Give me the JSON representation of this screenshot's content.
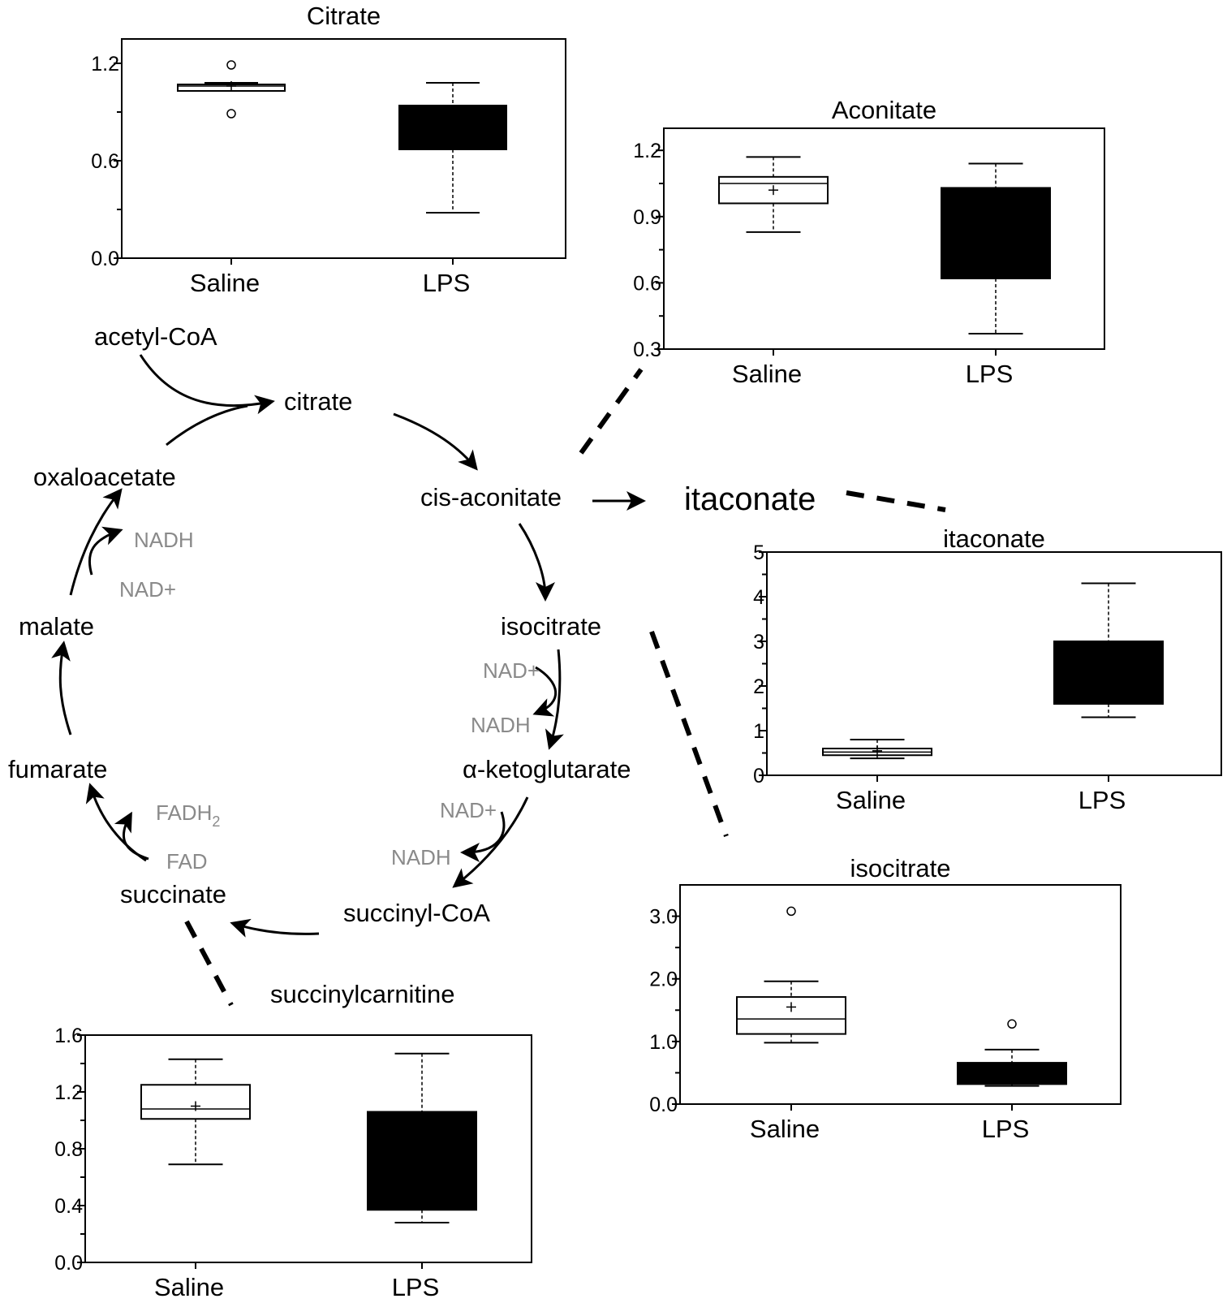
{
  "metabolites": {
    "acetyl_coa": "acetyl-CoA",
    "citrate": "citrate",
    "cis_aconitate": "cis-aconitate",
    "itaconate": "itaconate",
    "isocitrate": "isocitrate",
    "alpha_ketoglutarate": "α-ketoglutarate",
    "succinyl_coa": "succinyl-CoA",
    "succinate": "succinate",
    "succinylcarnitine": "succinylcarnitine",
    "fumarate": "fumarate",
    "malate": "malate",
    "oxaloacetate": "oxaloacetate"
  },
  "cofactors": {
    "nadh_mal": "NADH",
    "nad_mal": "NAD+",
    "nad_iso": "NAD+",
    "nadh_iso": "NADH",
    "nad_akg": "NAD+",
    "nadh_akg": "NADH",
    "fadh2_base": "FADH",
    "fadh2_sub": "2",
    "fad": "FAD"
  },
  "colors": {
    "saline": "#ffffff",
    "lps": "#000000",
    "cofactor_text": "#8a8a8a"
  },
  "chart_data": [
    {
      "id": "citrate",
      "type": "box",
      "title": "Citrate",
      "categories": [
        "Saline",
        "LPS"
      ],
      "ylim": [
        0.0,
        1.35
      ],
      "yticks": [
        0.0,
        0.6,
        1.2
      ],
      "ytick_labels": [
        "0.0",
        "0.6",
        "1.2"
      ],
      "series": [
        {
          "category": "Saline",
          "whisker_low": 1.04,
          "q1": 1.03,
          "median": 1.06,
          "q3": 1.07,
          "whisker_high": 1.08,
          "mean": 1.06,
          "outliers": [
            0.89,
            1.19
          ]
        },
        {
          "category": "LPS",
          "whisker_low": 0.28,
          "q1": 0.67,
          "median": 0.67,
          "q3": 0.94,
          "whisker_high": 1.08,
          "mean": null,
          "outliers": []
        }
      ]
    },
    {
      "id": "aconitate",
      "type": "box",
      "title": "Aconitate",
      "categories": [
        "Saline",
        "LPS"
      ],
      "ylim": [
        0.3,
        1.3
      ],
      "yticks": [
        0.3,
        0.6,
        0.9,
        1.2
      ],
      "ytick_labels": [
        "0.3",
        "0.6",
        "0.9",
        "1.2"
      ],
      "series": [
        {
          "category": "Saline",
          "whisker_low": 0.83,
          "q1": 0.96,
          "median": 1.05,
          "q3": 1.08,
          "whisker_high": 1.17,
          "mean": 1.02,
          "outliers": []
        },
        {
          "category": "LPS",
          "whisker_low": 0.37,
          "q1": 0.62,
          "median": 0.62,
          "q3": 1.03,
          "whisker_high": 1.14,
          "mean": null,
          "outliers": []
        }
      ]
    },
    {
      "id": "itaconate",
      "type": "box",
      "title": "itaconate",
      "categories": [
        "Saline",
        "LPS"
      ],
      "ylim": [
        0,
        5
      ],
      "yticks": [
        0,
        1,
        2,
        3,
        4,
        5
      ],
      "ytick_labels": [
        "0",
        "1",
        "2",
        "3",
        "4",
        "5"
      ],
      "series": [
        {
          "category": "Saline",
          "whisker_low": 0.38,
          "q1": 0.45,
          "median": 0.52,
          "q3": 0.6,
          "whisker_high": 0.8,
          "mean": 0.55,
          "outliers": []
        },
        {
          "category": "LPS",
          "whisker_low": 1.3,
          "q1": 1.6,
          "median": 1.6,
          "q3": 3.0,
          "whisker_high": 4.3,
          "mean": null,
          "outliers": []
        }
      ]
    },
    {
      "id": "isocitrate",
      "type": "box",
      "title": "isocitrate",
      "categories": [
        "Saline",
        "LPS"
      ],
      "ylim": [
        0.0,
        3.5
      ],
      "yticks": [
        0.0,
        1.0,
        2.0,
        3.0
      ],
      "ytick_labels": [
        "0.0",
        "1.0",
        "2.0",
        "3.0"
      ],
      "series": [
        {
          "category": "Saline",
          "whisker_low": 0.98,
          "q1": 1.12,
          "median": 1.36,
          "q3": 1.71,
          "whisker_high": 1.96,
          "mean": 1.55,
          "outliers": [
            3.08
          ]
        },
        {
          "category": "LPS",
          "whisker_low": 0.29,
          "q1": 0.32,
          "median": 0.32,
          "q3": 0.66,
          "whisker_high": 0.87,
          "mean": null,
          "outliers": [
            1.28
          ]
        }
      ]
    },
    {
      "id": "succinylcarnitine",
      "type": "box",
      "title": "succinylcarnitine",
      "categories": [
        "Saline",
        "LPS"
      ],
      "ylim": [
        0.0,
        1.6
      ],
      "yticks": [
        0.0,
        0.4,
        0.8,
        1.2,
        1.6
      ],
      "ytick_labels": [
        "0.0",
        "0.4",
        "0.8",
        "1.2",
        "1.6"
      ],
      "series": [
        {
          "category": "Saline",
          "whisker_low": 0.69,
          "q1": 1.01,
          "median": 1.08,
          "q3": 1.25,
          "whisker_high": 1.43,
          "mean": 1.1,
          "outliers": []
        },
        {
          "category": "LPS",
          "whisker_low": 0.28,
          "q1": 0.37,
          "median": 0.37,
          "q3": 1.06,
          "whisker_high": 1.47,
          "mean": null,
          "outliers": []
        }
      ]
    }
  ]
}
